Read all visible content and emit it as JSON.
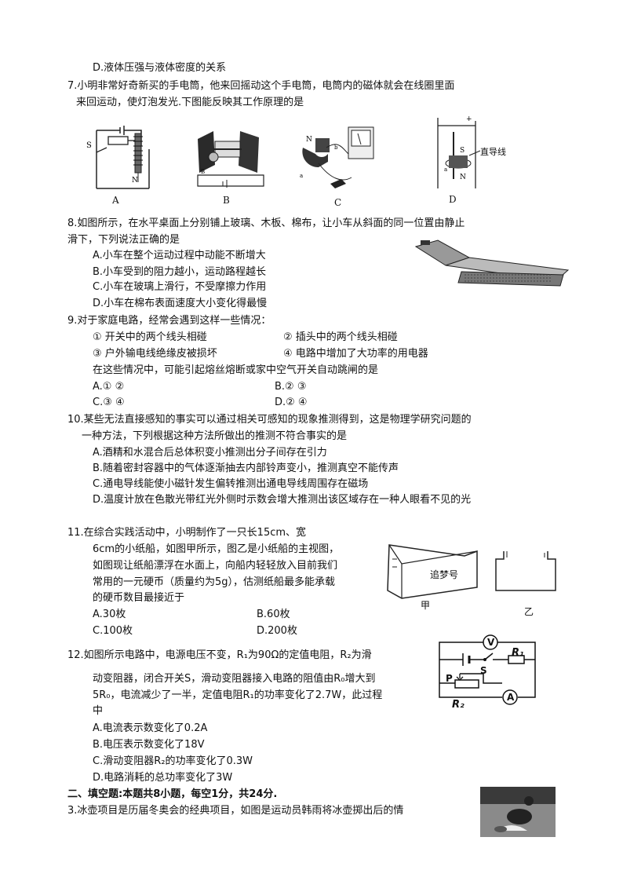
{
  "q6": {
    "option_d": "D.液体压强与液体密度的关系"
  },
  "q7": {
    "stem_line1": "7.小明非常好奇新买的手电筒，他来回摇动这个手电筒，电筒内的磁体就会在线圈里面",
    "stem_line2": "来回运动，使灯泡发光.下图能反映其工作原理的是",
    "fig_labels": {
      "a": "A",
      "b": "B",
      "c": "C",
      "d": "D"
    },
    "fig_d_text": "直导线"
  },
  "q8": {
    "stem_line1": "8.如图所示，在水平桌面上分别铺上玻璃、木板、棉布，让小车从斜面的同一位置由静止",
    "stem_line2": "滑下，下列说法正确的是",
    "options": [
      "A.小车在整个运动过程中动能不断增大",
      "B.小车受到的阻力越小，运动路程越长",
      "C.小车在玻璃上滑行，不受摩擦力作用",
      "D.小车在棉布表面速度大小变化得最慢"
    ]
  },
  "q9": {
    "stem": "9.对于家庭电路，经常会遇到这样一些情况：",
    "cases": [
      "①  开关中的两个线头相碰",
      "②  插头中的两个线头相碰",
      "③  户外输电线绝缘皮被损坏",
      "④  电路中增加了大功率的用电器"
    ],
    "question": "在这些情况中，可能引起熔丝熔断或家中空气开关自动跳闸的是",
    "options": [
      "A.① ②",
      "B.② ③",
      "C.③ ④",
      "D.② ④"
    ]
  },
  "q10": {
    "stem_line1": "10.某些无法直接感知的事实可以通过相关可感知的现象推测得到，这是物理学研究问题的",
    "stem_line2": "一种方法，下列根据这种方法所做出的推测不符合事实的是",
    "options": [
      "A.酒精和水混合后总体积变小推测出分子间存在引力",
      "B.随着密封容器中的气体逐渐抽去内部铃声变小，推测真空不能传声",
      "C.通电导线能使小磁针发生偏转推测出通电导线周围存在磁场",
      "D.温度计放在色散光带红光外侧时示数会增大推测出该区域存在一种人眼看不见的光"
    ]
  },
  "q11": {
    "lines": [
      "11.在综合实践活动中，小明制作了一只长15cm、宽",
      "6cm的小纸船，如图甲所示，图乙是小纸船的主视图，",
      "如图现让纸船漂浮在水面上，向船内轻轻放入目前我们",
      "常用的一元硬币（质量约为5g），估测纸船最多能承载",
      "的硬币数目最接近于"
    ],
    "options": [
      "A.30枚",
      "B.60枚",
      "C.100枚",
      "D.200枚"
    ],
    "boat_name": "追梦号",
    "label_jia": "甲",
    "label_yi": "乙"
  },
  "q12": {
    "lines": [
      "12.如图所示电路中，电源电压不变，R₁为90Ω的定值电阻，R₂为滑",
      "动变阻器，闭合开关S，滑动变阻器接入电路的阻值由R₀增大到",
      "5R₀，电流减少了一半，定值电阻R₁的功率变化了2.7W，此过程",
      "中"
    ],
    "options": [
      "A.电流表示数变化了0.2A",
      "B.电压表示数变化了18V",
      "C.滑动变阻器R₂的功率变化了0.3W",
      "D.电路消耗的总功率变化了3W"
    ],
    "circuit_labels": {
      "v": "V",
      "a": "A",
      "r1": "R₁",
      "r2": "R₂",
      "s": "S",
      "p": "P"
    }
  },
  "section2": {
    "heading": "二、填空题:本题共8小题，每空1分，共24分."
  },
  "q13": {
    "stem": "3.冰壶项目是历届冬奥会的经典项目，如图是运动员韩雨将冰壶掷出后的情"
  }
}
